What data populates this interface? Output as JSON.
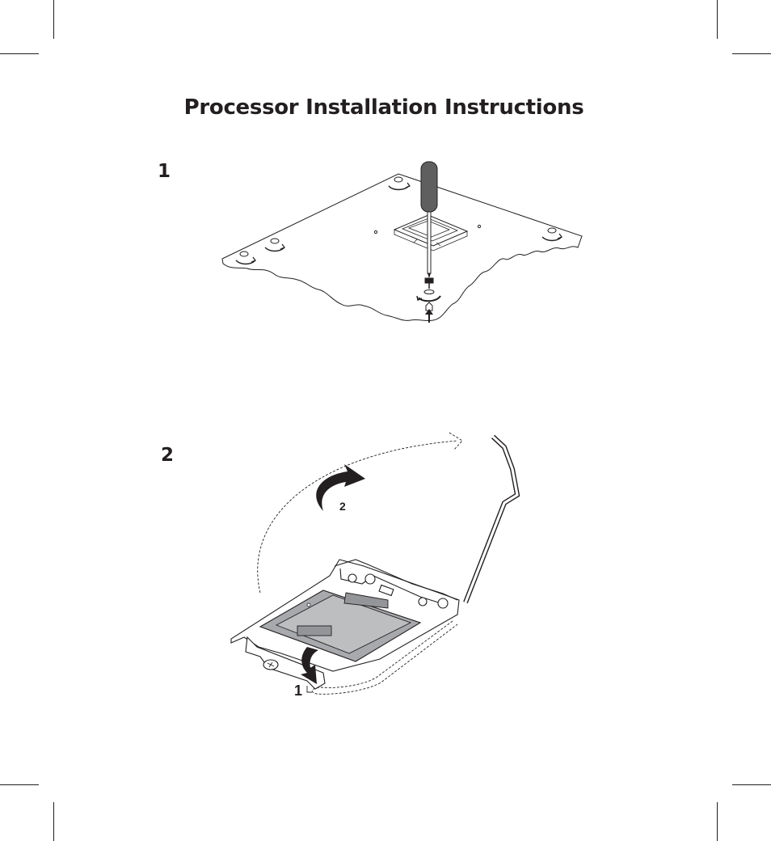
{
  "document": {
    "title": "Processor Installation Instructions"
  },
  "steps": [
    {
      "number": "1"
    },
    {
      "number": "2",
      "callouts": [
        "2",
        "1"
      ]
    }
  ]
}
